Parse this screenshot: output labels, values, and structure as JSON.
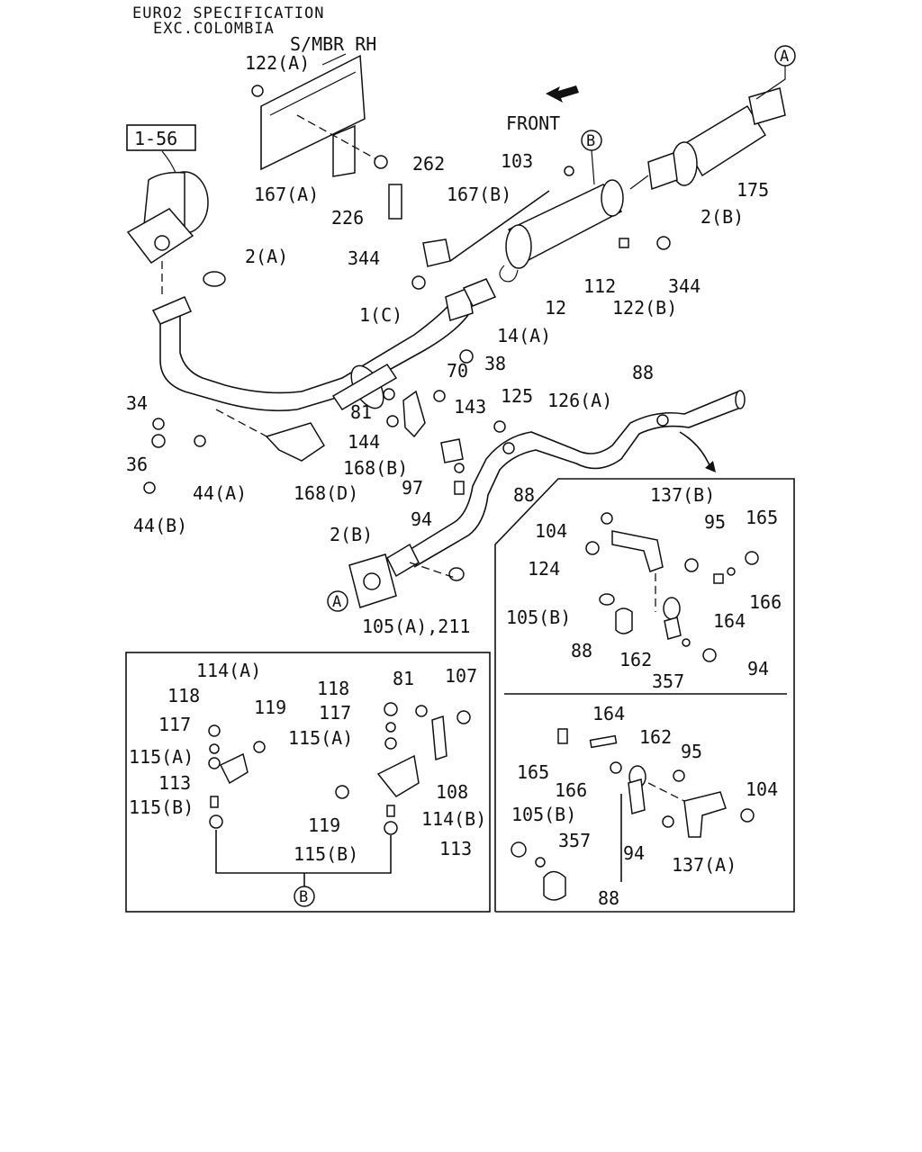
{
  "header": {
    "spec_line1": "EURO2 SPECIFICATION",
    "spec_line2": "EXC.COLOMBIA",
    "ref_box": "1-56",
    "front_label": "FRONT",
    "smbr_label": "S/MBR RH"
  },
  "refs": {
    "A": "A",
    "B": "B"
  },
  "labels": [
    "122(A)",
    "262",
    "167(A)",
    "226",
    "167(B)",
    "344",
    "2(A)",
    "103",
    "175",
    "2(B)",
    "112",
    "122(B)",
    "344",
    "12",
    "14(A)",
    "38",
    "1(C)",
    "70",
    "81",
    "143",
    "144",
    "168(B)",
    "125",
    "126(A)",
    "88",
    "97",
    "94",
    "88",
    "34",
    "36",
    "44(A)",
    "168(D)",
    "44(B)",
    "2(B)",
    "105(A),211",
    "137(B)",
    "104",
    "95",
    "165",
    "124",
    "166",
    "105(B)",
    "164",
    "88",
    "162",
    "357",
    "94",
    "114(A)",
    "118",
    "119",
    "117",
    "115(A)",
    "113",
    "115(B)",
    "118",
    "81",
    "107",
    "117",
    "115(A)",
    "108",
    "119",
    "114(B)",
    "113",
    "115(B)",
    "164",
    "162",
    "95",
    "165",
    "166",
    "104",
    "105(B)",
    "357",
    "94",
    "137(A)",
    "88"
  ]
}
